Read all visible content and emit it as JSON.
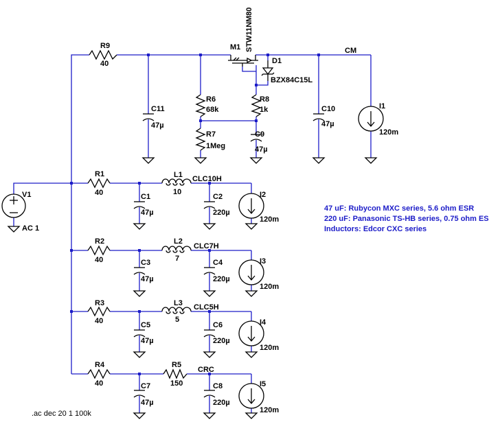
{
  "components": {
    "r9": {
      "ref": "R9",
      "value": "40"
    },
    "c11": {
      "ref": "C11",
      "value": "47µ"
    },
    "r6": {
      "ref": "R6",
      "value": "68k"
    },
    "r7": {
      "ref": "R7",
      "value": "1Meg"
    },
    "m1": {
      "ref": "M1",
      "value": "STW11NM80"
    },
    "d1": {
      "ref": "D1",
      "value": "BZX84C15L"
    },
    "r8": {
      "ref": "R8",
      "value": "1k"
    },
    "c9": {
      "ref": "C9",
      "value": "47µ"
    },
    "c10": {
      "ref": "C10",
      "value": "47µ"
    },
    "i1": {
      "ref": "I1",
      "value": "120m"
    },
    "v1": {
      "ref": "V1",
      "value": "AC 1"
    },
    "r1": {
      "ref": "R1",
      "value": "40"
    },
    "c1": {
      "ref": "C1",
      "value": "47µ"
    },
    "l1": {
      "ref": "L1",
      "value": "10"
    },
    "c2": {
      "ref": "C2",
      "value": "220µ"
    },
    "i2": {
      "ref": "I2",
      "value": "120m"
    },
    "r2": {
      "ref": "R2",
      "value": "40"
    },
    "c3": {
      "ref": "C3",
      "value": "47µ"
    },
    "l2": {
      "ref": "L2",
      "value": "7"
    },
    "c4": {
      "ref": "C4",
      "value": "220µ"
    },
    "i3": {
      "ref": "I3",
      "value": "120m"
    },
    "r3": {
      "ref": "R3",
      "value": "40"
    },
    "c5": {
      "ref": "C5",
      "value": "47µ"
    },
    "l3": {
      "ref": "L3",
      "value": "5"
    },
    "c6": {
      "ref": "C6",
      "value": "220µ"
    },
    "i4": {
      "ref": "I4",
      "value": "120m"
    },
    "r4": {
      "ref": "R4",
      "value": "40"
    },
    "c7": {
      "ref": "C7",
      "value": "47µ"
    },
    "r5": {
      "ref": "R5",
      "value": "150"
    },
    "c8": {
      "ref": "C8",
      "value": "220µ"
    },
    "i5": {
      "ref": "I5",
      "value": "120m"
    }
  },
  "nets": {
    "cm": "CM",
    "clc10h": "CLC10H",
    "clc7h": "CLC7H",
    "clc5h": "CLC5H",
    "crc": "CRC"
  },
  "notes": [
    "47 uF: Rubycon MXC series, 5.6 ohm ESR",
    "220 uF: Panasonic TS-HB series, 0.75 ohm ESR",
    "Inductors: Edcor CXC series"
  ],
  "directive": ".ac dec 20 1 100k",
  "colors": {
    "wire": "#1c1cc8",
    "component": "#000000",
    "background": "#ffffff"
  }
}
